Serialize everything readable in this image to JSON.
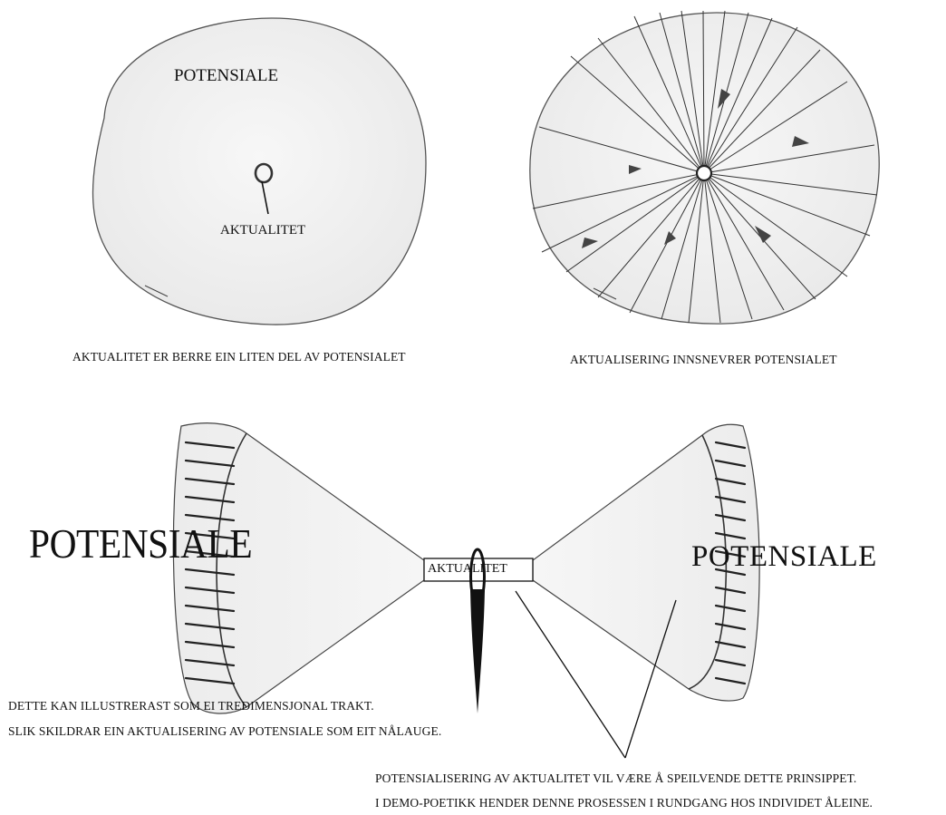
{
  "panel_left": {
    "potential_label": "POTENSIALE",
    "actuality_label": "AKTUALITET",
    "caption": "AKTUALITET ER BERRE EIN LITEN DEL AV POTENSIALET"
  },
  "panel_right": {
    "caption": "AKTUALISERING INNSNEVRER POTENSIALET"
  },
  "funnel": {
    "potential_left": "POTENSIALE",
    "potential_right": "POTENSIALE",
    "actuality_label": "AKTUALITET"
  },
  "notes_left": [
    "DETTE KAN ILLUSTRERAST SOM EI TREDIMENSJONAL TRAKT.",
    "SLIK SKILDRAR EIN AKTUALISERING AV POTENSIALE SOM EIT NÅLAUGE."
  ],
  "notes_right": [
    "POTENSIALISERING AV AKTUALITET VIL VÆRE Å SPEILVENDE DETTE PRINSIPPET.",
    "I DEMO-POETIKK HENDER DENNE PROSESSEN I RUNDGANG HOS INDIVIDET ÅLEINE."
  ]
}
